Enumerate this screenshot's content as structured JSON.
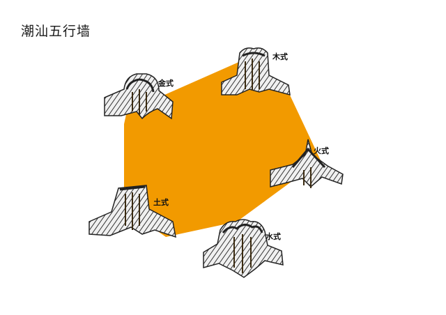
{
  "title": "潮汕五行墙",
  "colors": {
    "pentagon": "#F29A00",
    "wall_dark": "#2a2a2a",
    "wall_light": "#e8e8e8"
  },
  "gables": [
    {
      "id": "metal",
      "label": "金式",
      "icon": "metal-gable-wall-icon"
    },
    {
      "id": "wood",
      "label": "木式",
      "icon": "wood-gable-wall-icon"
    },
    {
      "id": "fire",
      "label": "火式",
      "icon": "fire-gable-wall-icon"
    },
    {
      "id": "earth",
      "label": "土式",
      "icon": "earth-gable-wall-icon"
    },
    {
      "id": "water",
      "label": "水式",
      "icon": "water-gable-wall-icon"
    }
  ]
}
